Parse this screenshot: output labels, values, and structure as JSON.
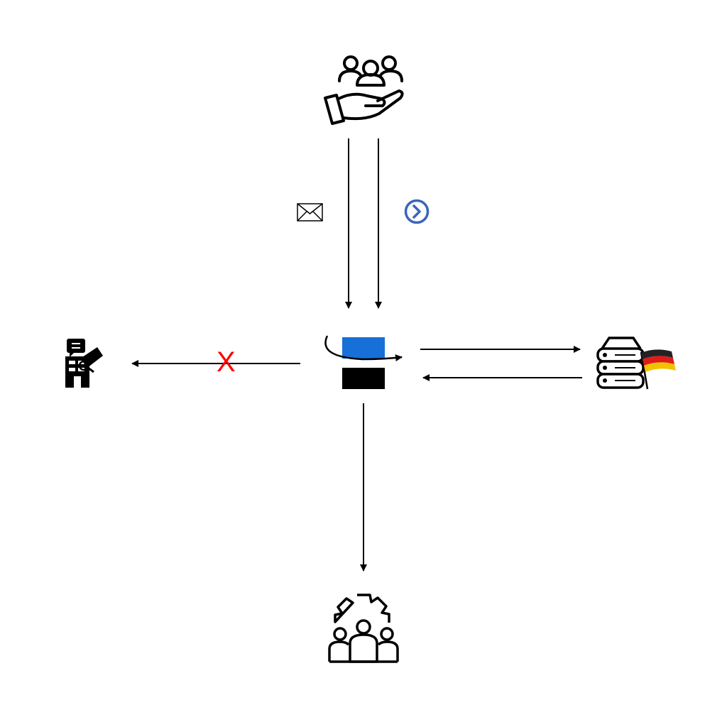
{
  "diagram": {
    "blocked_label": "X",
    "nodes": [
      {
        "id": "customers",
        "icon": "people-in-hand-icon"
      },
      {
        "id": "center",
        "icon": "blue-black-blocks-rotate-icon"
      },
      {
        "id": "company",
        "icon": "building-megaphone-icon"
      },
      {
        "id": "server-germany",
        "icon": "server-germany-flag-icon"
      },
      {
        "id": "team",
        "icon": "gear-team-icon"
      }
    ],
    "edge_icons": [
      "envelope-icon",
      "circle-chevron-right-icon"
    ]
  },
  "colors": {
    "blue": "#1670d8",
    "red": "#ff0000",
    "chevron": "#3a66b8",
    "black": "#000000"
  }
}
